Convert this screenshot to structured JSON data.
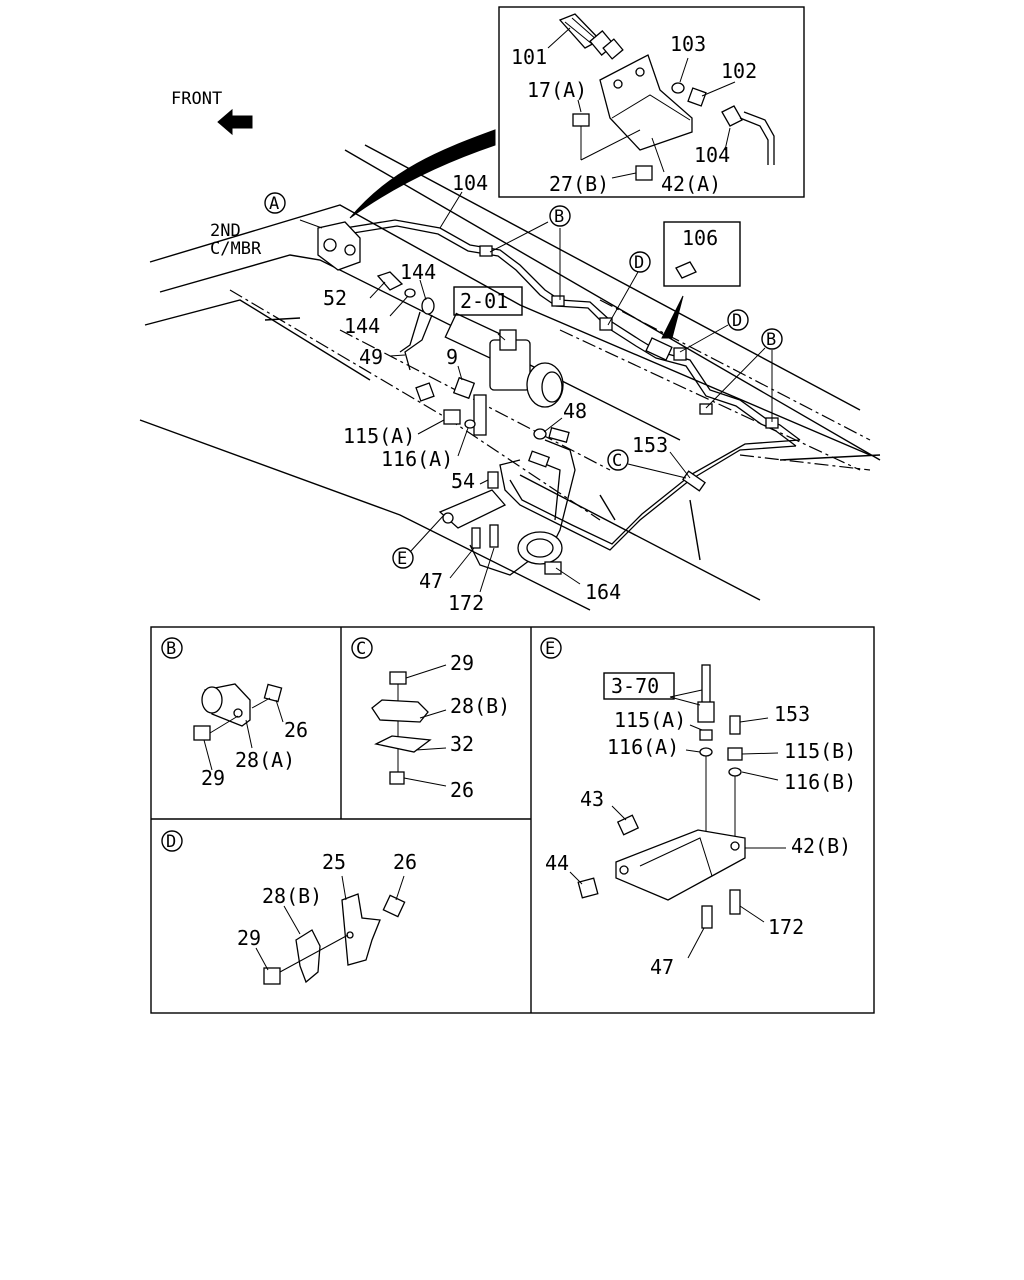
{
  "diagram": {
    "front_label": "FRONT",
    "member_label_1": "2ND",
    "member_label_2": "C/MBR",
    "callouts": {
      "A": "A",
      "B": "B",
      "C": "C",
      "D": "D",
      "E": "E"
    },
    "ref_boxes": {
      "r201": "2-01",
      "r370": "3-70",
      "r106": "106"
    },
    "main_parts": {
      "p101": "101",
      "p103": "103",
      "p102": "102",
      "p17a": "17(A)",
      "p104_inset": "104",
      "p27b": "27(B)",
      "p42a": "42(A)",
      "p104": "104",
      "p144a": "144",
      "p52": "52",
      "p144b": "144",
      "p49": "49",
      "p9": "9",
      "p115a": "115(A)",
      "p116a": "116(A)",
      "p48": "48",
      "p54": "54",
      "p153": "153",
      "p47": "47",
      "p172": "172",
      "p164": "164"
    },
    "panel_b": {
      "p26": "26",
      "p28a": "28(A)",
      "p29": "29"
    },
    "panel_c": {
      "p29": "29",
      "p28b": "28(B)",
      "p32": "32",
      "p26": "26"
    },
    "panel_d": {
      "p25": "25",
      "p26": "26",
      "p28b": "28(B)",
      "p29": "29"
    },
    "panel_e": {
      "p115a": "115(A)",
      "p116a": "116(A)",
      "p153": "153",
      "p115b": "115(B)",
      "p116b": "116(B)",
      "p43": "43",
      "p42b": "42(B)",
      "p44": "44",
      "p172": "172",
      "p47": "47"
    }
  }
}
